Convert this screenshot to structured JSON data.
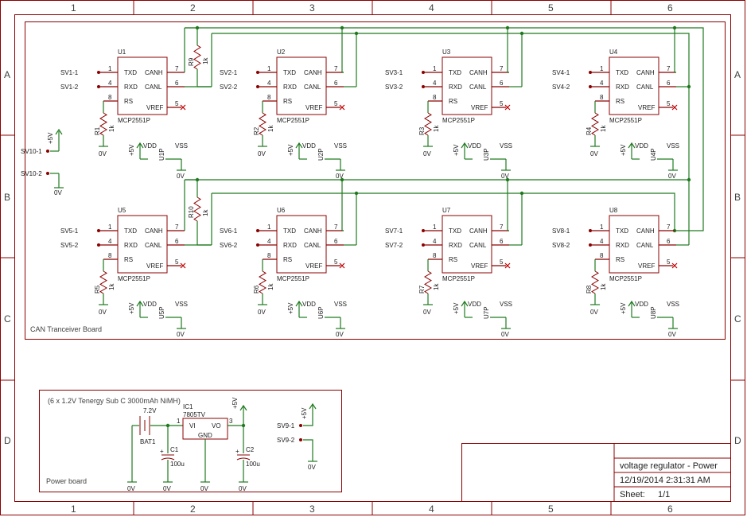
{
  "sheet": {
    "columns": [
      "1",
      "2",
      "3",
      "4",
      "5",
      "6"
    ],
    "rows": [
      "A",
      "B",
      "C",
      "D"
    ]
  },
  "boards": {
    "can_label": "CAN Tranceiver Board",
    "power_label": "Power board",
    "battery_note": "(6 x 1.2V Tenergy Sub C 3000mAh NiMH)"
  },
  "chip": {
    "part": "MCP2551P",
    "pins": {
      "txd": "TXD",
      "rxd": "RXD",
      "rs": "RS",
      "canh": "CANH",
      "canl": "CANL",
      "vref": "VREF",
      "vdd": "VDD",
      "vss": "VSS"
    },
    "pin_numbers": {
      "txd": "1",
      "rxd": "4",
      "rs": "8",
      "canh": "7",
      "canl": "6",
      "vref": "5"
    },
    "supply": "+5V",
    "ground": "0V",
    "resistor_value": "1k"
  },
  "transceivers": [
    {
      "name": "U1",
      "r": "R1",
      "sv_a": "SV1-1",
      "sv_b": "SV1-2",
      "pwr": "U1P"
    },
    {
      "name": "U2",
      "r": "R2",
      "sv_a": "SV2-1",
      "sv_b": "SV2-2",
      "pwr": "U2P"
    },
    {
      "name": "U3",
      "r": "R3",
      "sv_a": "SV3-1",
      "sv_b": "SV3-2",
      "pwr": "U3P"
    },
    {
      "name": "U4",
      "r": "R4",
      "sv_a": "SV4-1",
      "sv_b": "SV4-2",
      "pwr": "U4P"
    },
    {
      "name": "U5",
      "r": "R5",
      "sv_a": "SV5-1",
      "sv_b": "SV5-2",
      "pwr": "U5P"
    },
    {
      "name": "U6",
      "r": "R6",
      "sv_a": "SV6-1",
      "sv_b": "SV6-2",
      "pwr": "U6P"
    },
    {
      "name": "U7",
      "r": "R7",
      "sv_a": "SV7-1",
      "sv_b": "SV7-2",
      "pwr": "U7P"
    },
    {
      "name": "U8",
      "r": "R8",
      "sv_a": "SV8-1",
      "sv_b": "SV8-2",
      "pwr": "U8P"
    }
  ],
  "terminators": [
    {
      "name": "R9",
      "value": "1k"
    },
    {
      "name": "R10",
      "value": "1k"
    }
  ],
  "sv10": {
    "a": "SV10-1",
    "b": "SV10-2",
    "supply": "+5V",
    "ground": "0V"
  },
  "sv9": {
    "a": "SV9-1",
    "b": "SV9-2",
    "supply": "+5V",
    "ground": "0V"
  },
  "power": {
    "battery_voltage": "7.2V",
    "battery_name": "BAT1",
    "regulator_name": "IC1",
    "regulator_part": "7805TV",
    "vi": "VI",
    "vo": "VO",
    "gnd": "GND",
    "pin1": "1",
    "pin3": "3",
    "c1_name": "C1",
    "c1_value": "100u",
    "c2_name": "C2",
    "c2_value": "100u",
    "supply": "+5V",
    "ground": "0V",
    "plus": "+"
  },
  "title_block": {
    "title": "voltage regulator - Power",
    "date": "12/19/2014 2:31:31 AM",
    "sheet_label": "Sheet:",
    "sheet_value": "1/1"
  }
}
